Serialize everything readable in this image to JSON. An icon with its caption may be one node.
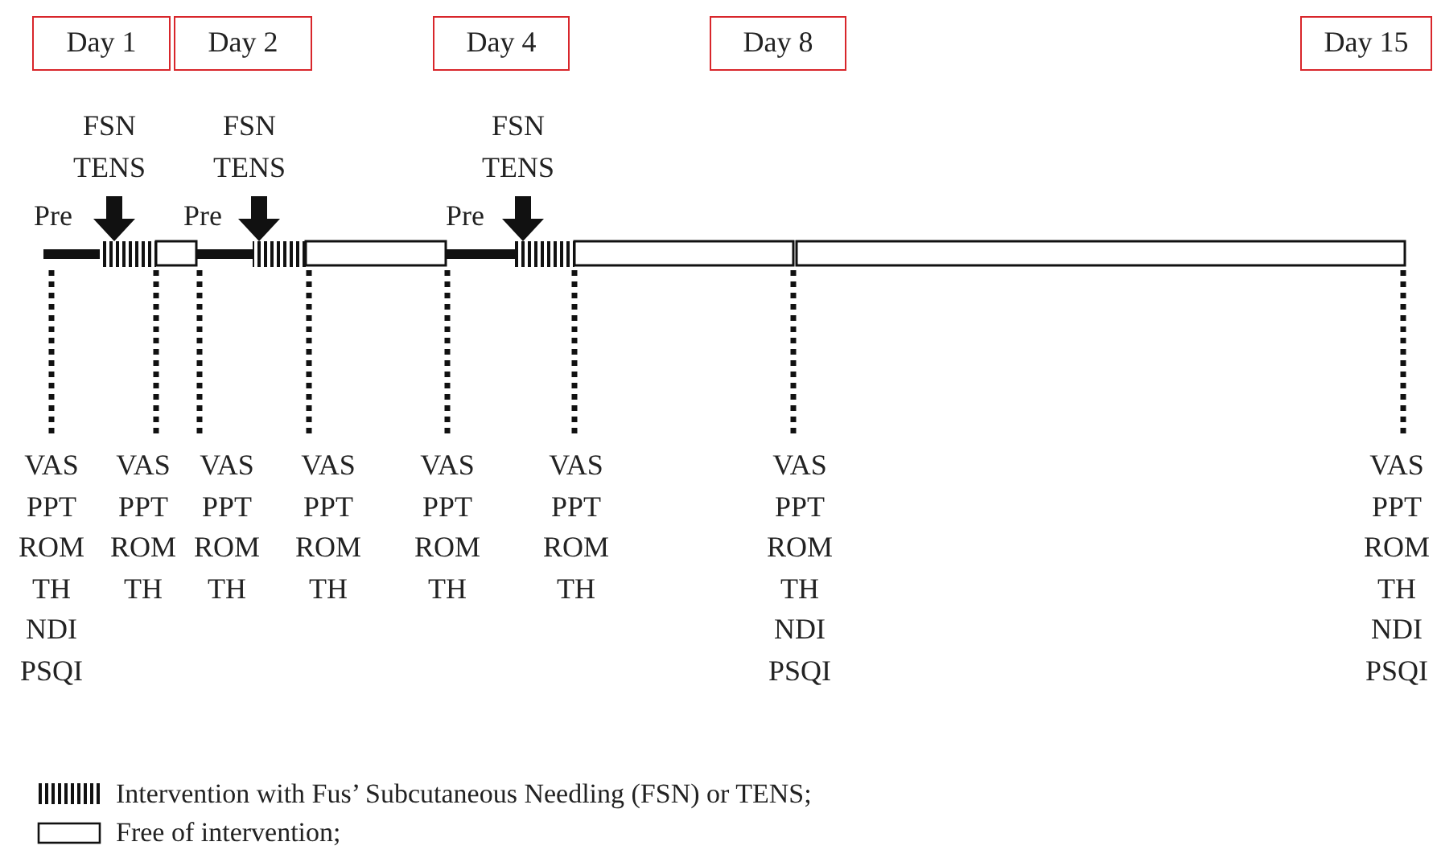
{
  "diagram": {
    "nodes": [
      {
        "text": [
          "Day 1"
        ]
      },
      {
        "text": [
          "Day 2"
        ]
      },
      {
        "text": [
          "Day 4"
        ]
      },
      {
        "text": [
          "Day 8"
        ]
      },
      {
        "text": [
          "Day 15"
        ]
      }
    ],
    "labels": [
      "FSN",
      "TENS",
      "FSN",
      "TENS",
      "FSN",
      "TENS",
      "Pre",
      "Pre",
      "Pre",
      "VAS",
      "PPT",
      "ROM",
      "TH",
      "NDI",
      "PSQI",
      "VAS",
      "PPT",
      "ROM",
      "TH",
      "VAS",
      "PPT",
      "ROM",
      "TH",
      "VAS",
      "PPT",
      "ROM",
      "TH",
      "VAS",
      "PPT",
      "ROM",
      "TH",
      "VAS",
      "PPT",
      "ROM",
      "TH",
      "VAS",
      "PPT",
      "ROM",
      "TH",
      "NDI",
      "PSQI",
      "VAS",
      "PPT",
      "ROM",
      "TH",
      "NDI",
      "PSQI"
    ],
    "legend": [
      {
        "text": "Intervention with Fus’ Subcutaneous Needling (FSN) or TENS;"
      },
      {
        "text": "Free of intervention;"
      }
    ]
  }
}
